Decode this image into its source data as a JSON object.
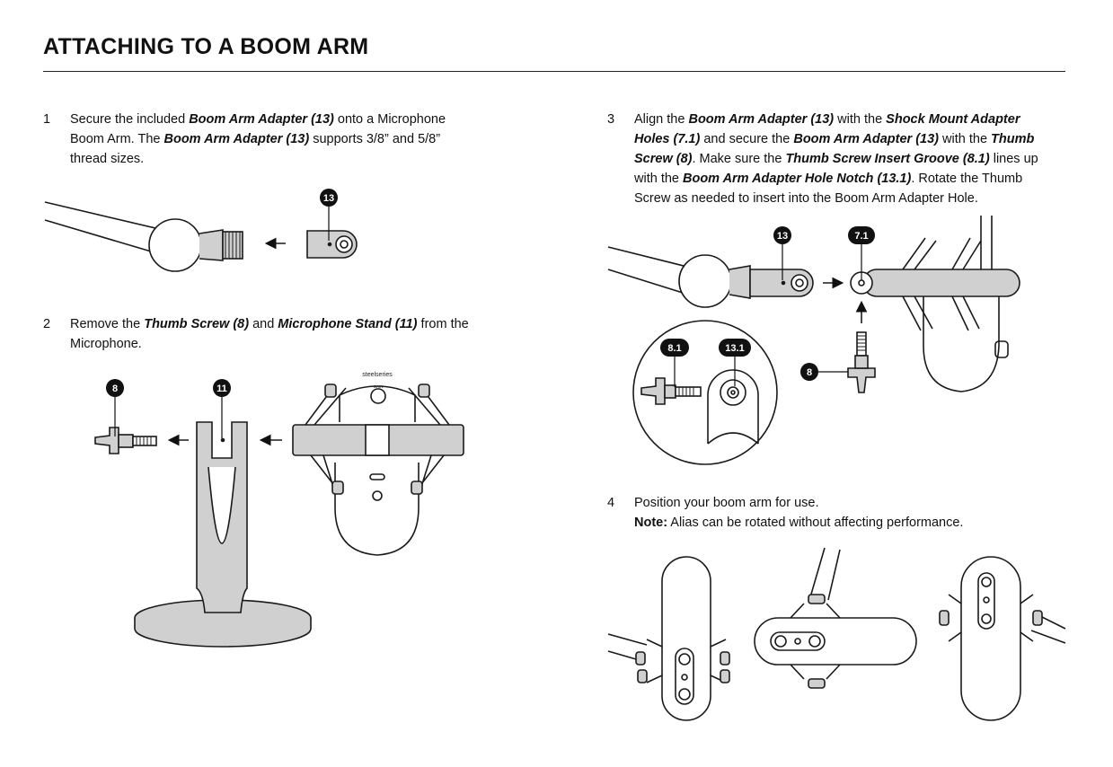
{
  "page": {
    "title": "ATTACHING TO A BOOM ARM"
  },
  "steps": [
    {
      "number": "1",
      "lines": [
        [
          {
            "t": "Secure the included "
          },
          {
            "b": "Boom Arm Adapter (13)"
          },
          {
            "t": " onto a Microphone"
          }
        ],
        [
          {
            "t": "Boom Arm. The "
          },
          {
            "b": "Boom Arm Adapter (13)"
          },
          {
            "t": " supports 3/8” and 5/8”"
          }
        ],
        [
          {
            "t": "thread sizes."
          }
        ]
      ]
    },
    {
      "number": "2",
      "lines": [
        [
          {
            "t": "Remove the "
          },
          {
            "b": "Thumb Screw (8)"
          },
          {
            "t": " and "
          },
          {
            "b": "Microphone Stand (11)"
          },
          {
            "t": " from the"
          }
        ],
        [
          {
            "t": "Microphone."
          }
        ]
      ]
    },
    {
      "number": "3",
      "lines": [
        [
          {
            "t": "Align the "
          },
          {
            "b": "Boom Arm Adapter (13)"
          },
          {
            "t": " with the "
          },
          {
            "b": "Shock Mount Adapter"
          }
        ],
        [
          {
            "b": "Holes (7.1)"
          },
          {
            "t": " and secure the "
          },
          {
            "b": "Boom Arm Adapter (13)"
          },
          {
            "t": " with the "
          },
          {
            "b": "Thumb"
          }
        ],
        [
          {
            "b": "Screw (8)"
          },
          {
            "t": ". Make sure the "
          },
          {
            "b": "Thumb Screw Insert Groove (8.1)"
          },
          {
            "t": " lines up"
          }
        ],
        [
          {
            "t": "with the "
          },
          {
            "b": "Boom Arm Adapter Hole Notch (13.1)"
          },
          {
            "t": ". Rotate the Thumb"
          }
        ],
        [
          {
            "t": "Screw as needed to insert into the Boom Arm Adapter Hole."
          }
        ]
      ]
    },
    {
      "number": "4",
      "lines": [
        [
          {
            "t": "Position your boom arm for use."
          }
        ],
        [
          {
            "n": "Note:"
          },
          {
            "t": " Alias can be rotated without affecting performance."
          }
        ]
      ]
    }
  ],
  "callouts": {
    "adapter": "13",
    "thumb_screw": "8",
    "stand": "11",
    "adapter_holes": "7.1",
    "insert_groove": "8.1",
    "hole_notch": "13.1"
  },
  "mic_labels": {
    "brand": "steelseries",
    "gain": "GAIN"
  },
  "icons": [
    "arrow-left-icon",
    "arrow-right-icon",
    "arrow-up-icon",
    "steelseries-logo-icon"
  ],
  "colors": {
    "fill_gray": "#d0d0d0",
    "line": "#1a1a1a",
    "badge": "#111111"
  }
}
